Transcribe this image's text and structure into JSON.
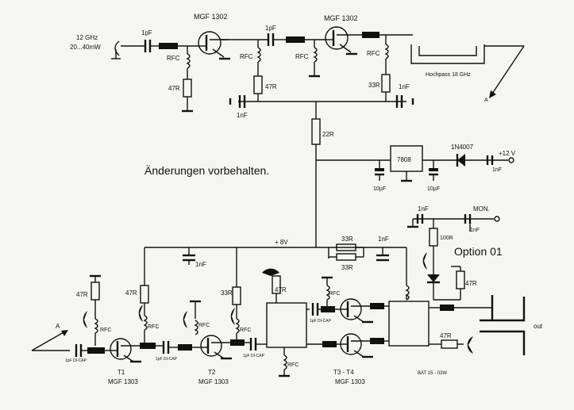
{
  "input": {
    "freq": "12 GHz",
    "power": "20...40mW"
  },
  "labels": {
    "cap_1pf": "1pF",
    "cap_1nf": "1nF",
    "rfc": "RFC",
    "r_47": "47R",
    "r_33": "33R",
    "r_22": "22R",
    "r_100": "100R",
    "mgf1302": "MGF 1302",
    "hochpass": "Hochpass 18 GHz",
    "node_a": "A",
    "regulator": "7808",
    "diode": "1N4007",
    "supply": "+12 V",
    "cap_10uf": "10µF",
    "plus8v": "+ 8V",
    "mon": "MON.",
    "option": "Option 01",
    "dicap": "1pF DI-CAP",
    "t1": "T1",
    "t2": "T2",
    "t34": "T3 - T4",
    "mgf1303": "MGF 1303",
    "bat": "BAT 15 - 03W",
    "out": "out"
  },
  "note": "Änderungen vorbehalten."
}
